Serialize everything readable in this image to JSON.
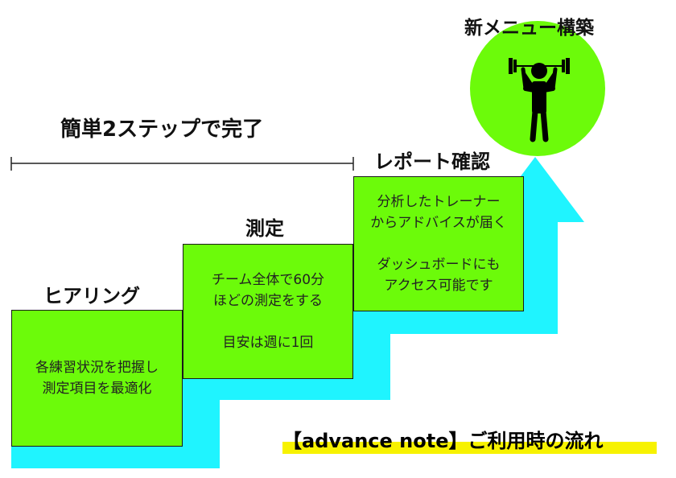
{
  "colors": {
    "arrow": "#1ff4ff",
    "box": "#6cfb0a",
    "circle": "#6cfb0a",
    "footer_highlight": "#f7f200"
  },
  "bracket": {
    "label": "簡単2ステップで完了"
  },
  "steps": [
    {
      "title": "ヒアリング",
      "text": "各練習状況を把握し\n測定項目を最適化"
    },
    {
      "title": "測定",
      "text": "チーム全体で60分\nほどの測定をする\n\n目安は週に1回"
    },
    {
      "title": "レポート確認",
      "text": "分析したトレーナー\nからアドバイスが届く\n\nダッシュボードにも\nアクセス可能です"
    }
  ],
  "goal": {
    "title": "新メニュー構築",
    "icon": "weightlifter-icon"
  },
  "footer": {
    "text": "【advance note】ご利用時の流れ"
  }
}
